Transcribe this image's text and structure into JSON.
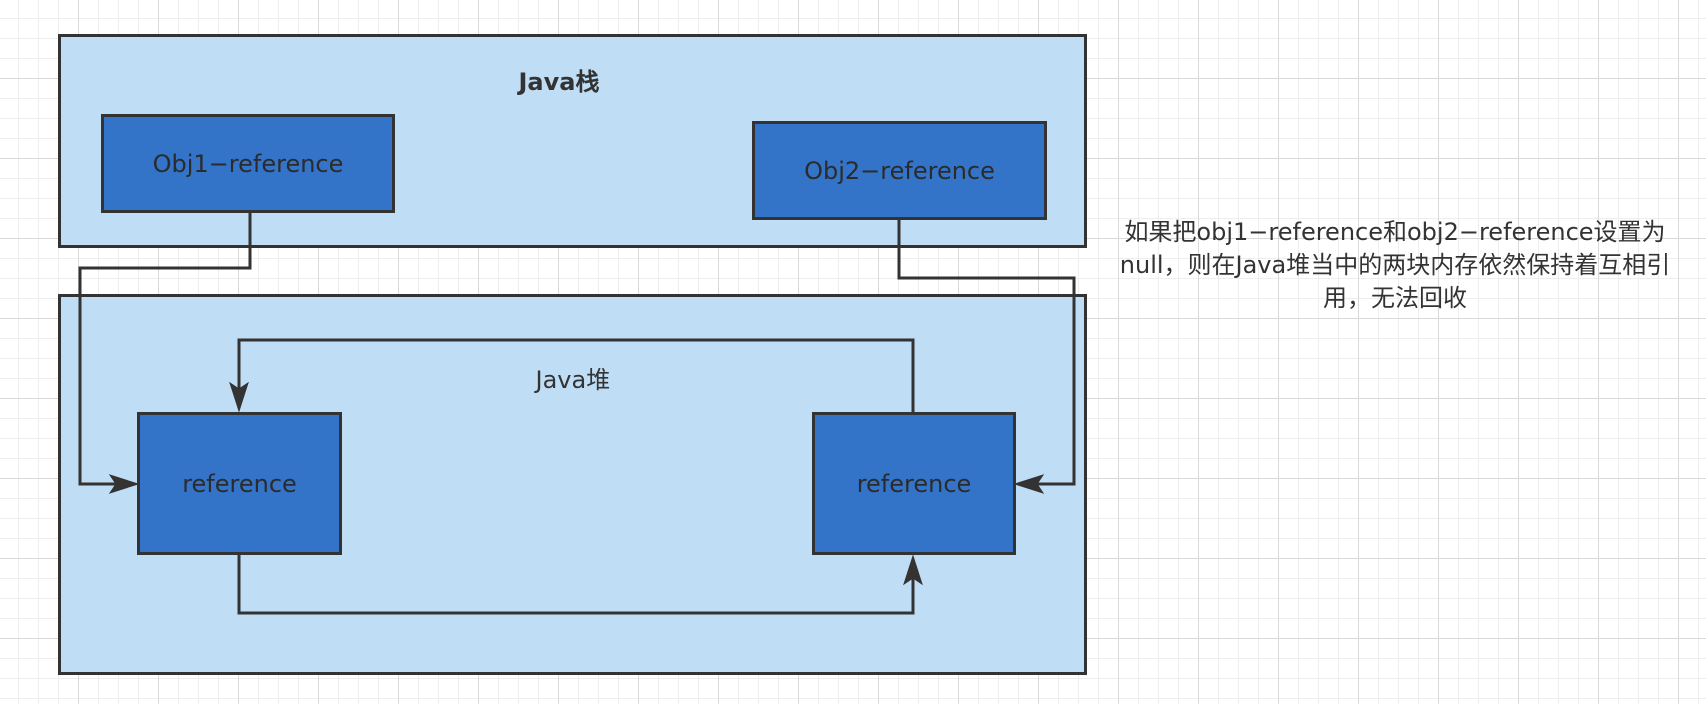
{
  "stack": {
    "title": "Java栈",
    "obj1": "Obj1−reference",
    "obj2": "Obj2−reference"
  },
  "heap": {
    "title": "Java堆",
    "left_ref": "reference",
    "right_ref": "reference"
  },
  "note": "如果把obj1−reference和obj2−reference设置为null，则在Java堆当中的两块内存依然保持着互相引用，无法回收",
  "colors": {
    "container_fill": "#c0ddf6",
    "node_fill": "#3474c8",
    "stroke": "#333333"
  }
}
